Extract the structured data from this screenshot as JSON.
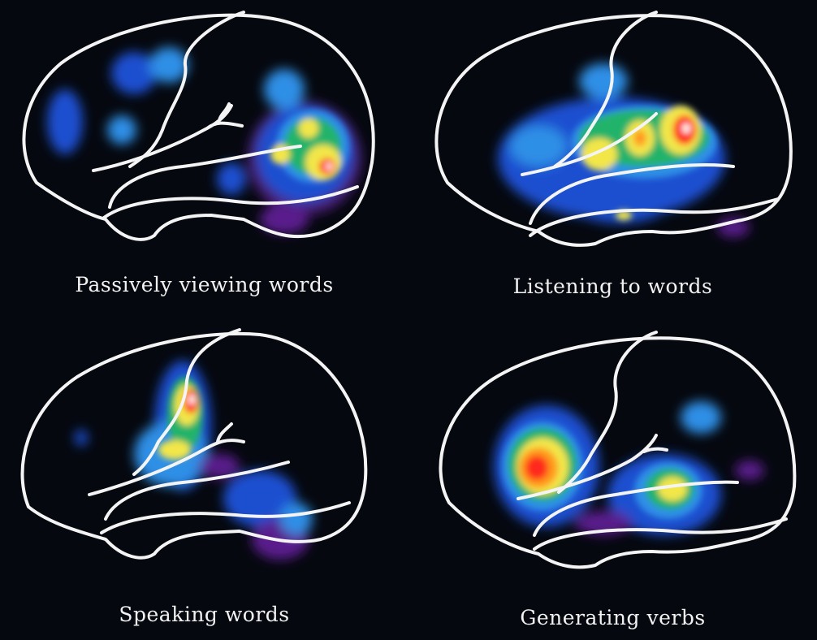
{
  "figure": {
    "background": "#05080f",
    "outline_color": "#f4f4f4",
    "activation_palette": [
      "#5a1f8c",
      "#1f4fd0",
      "#2f8fe6",
      "#22b36a",
      "#f2e64a",
      "#ff9a1a",
      "#ff2b1e",
      "#ffffff"
    ],
    "panels": [
      {
        "caption": "Passively viewing words"
      },
      {
        "caption": "Listening to words"
      },
      {
        "caption": "Speaking words"
      },
      {
        "caption": "Generating verbs"
      }
    ]
  }
}
